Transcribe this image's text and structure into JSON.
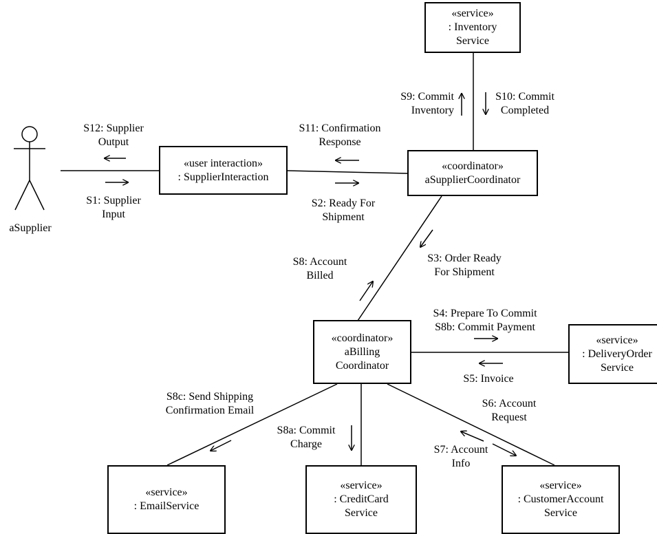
{
  "actor": {
    "name": "aSupplier"
  },
  "objects": {
    "inventory": {
      "stereotype": "«service»",
      "name1": ": Inventory",
      "name2": "Service"
    },
    "supplier_interaction": {
      "stereotype": "«user interaction»",
      "name1": ": SupplierInteraction"
    },
    "supplier_coordinator": {
      "stereotype": "«coordinator»",
      "name1": "aSupplierCoordinator"
    },
    "billing_coordinator": {
      "stereotype": "«coordinator»",
      "name1": "aBilling",
      "name2": "Coordinator"
    },
    "delivery_order": {
      "stereotype": "«service»",
      "name1": ": DeliveryOrder",
      "name2": "Service"
    },
    "email": {
      "stereotype": "«service»",
      "name1": ": EmailService"
    },
    "credit_card": {
      "stereotype": "«service»",
      "name1": ": CreditCard",
      "name2": "Service"
    },
    "customer_account": {
      "stereotype": "«service»",
      "name1": ": CustomerAccount",
      "name2": "Service"
    }
  },
  "messages": {
    "s12": {
      "line1": "S12: Supplier",
      "line2": "Output"
    },
    "s1": {
      "line1": "S1: Supplier",
      "line2": "Input"
    },
    "s11": {
      "line1": "S11: Confirmation",
      "line2": "Response"
    },
    "s2": {
      "line1": "S2: Ready For",
      "line2": "Shipment"
    },
    "s9": {
      "line1": "S9: Commit",
      "line2": "Inventory"
    },
    "s10": {
      "line1": "S10: Commit",
      "line2": "Completed"
    },
    "s8": {
      "line1": "S8: Account",
      "line2": "Billed"
    },
    "s3": {
      "line1": "S3: Order Ready",
      "line2": "For Shipment"
    },
    "s4": {
      "line1": "S4: Prepare To Commit",
      "line2": "S8b: Commit Payment"
    },
    "s5": {
      "line1": "S5: Invoice"
    },
    "s8c": {
      "line1": "S8c: Send Shipping",
      "line2": "Confirmation Email"
    },
    "s8a": {
      "line1": "S8a: Commit",
      "line2": "Charge"
    },
    "s7": {
      "line1": "S7: Account",
      "line2": "Info"
    },
    "s6": {
      "line1": "S6: Account",
      "line2": "Request"
    }
  }
}
